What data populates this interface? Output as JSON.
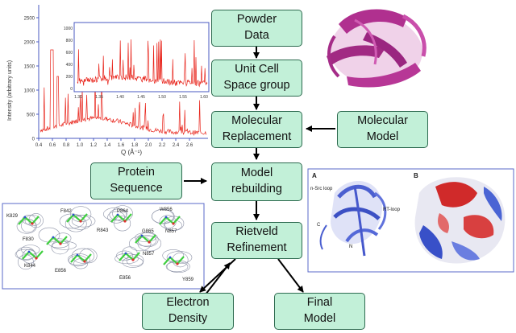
{
  "flow": {
    "powder_data": "Powder\nData",
    "unit_cell": "Unit Cell\nSpace group",
    "molecular_replacement": "Molecular\nReplacement",
    "molecular_model": "Molecular\nModel",
    "protein_sequence": "Protein\nSequence",
    "model_rebuilding": "Model\nrebuilding",
    "rietveld_refinement": "Rietveld\nRefinement",
    "electron_density": "Electron\nDensity",
    "final_model": "Final\nModel"
  },
  "colors": {
    "box_fill": "#c2f0d8",
    "box_border": "#2d6a4f",
    "pattern_red": "#e8231a",
    "panel_border": "#5a6ac8",
    "ribbon_magenta": "#b0308f",
    "ribbon_blue": "#4b5fd0",
    "stick_green": "#3fcf3f"
  },
  "powder_plot": {
    "ylabel": "Intensity (arbitrary units)",
    "xlabel": "Q (Å⁻¹)",
    "y_ticks": [
      "0",
      "500",
      "1000",
      "1500",
      "2000",
      "2500"
    ],
    "x_ticks": [
      "0.4",
      "0.6",
      "0.8",
      "1.0",
      "1.2",
      "1.4",
      "1.6",
      "1.8",
      "2.0",
      "2.2",
      "2.4",
      "2.6"
    ],
    "inset_y_ticks": [
      "0",
      "200",
      "400",
      "600",
      "800",
      "1000"
    ],
    "inset_x_ticks": [
      "1.30",
      "1.35",
      "1.40",
      "1.45",
      "1.50",
      "1.55",
      "1.60"
    ]
  },
  "density_panel": {
    "residues": [
      "K829",
      "F842",
      "P864",
      "W856",
      "F830",
      "R843",
      "G865",
      "N857",
      "K844",
      "E856",
      "N857",
      "E856",
      "Y859"
    ]
  },
  "structure_panel": {
    "label_a": "A",
    "label_b": "B",
    "annotations": [
      "n-Src loop",
      "RT-loop",
      "C",
      "N"
    ]
  }
}
